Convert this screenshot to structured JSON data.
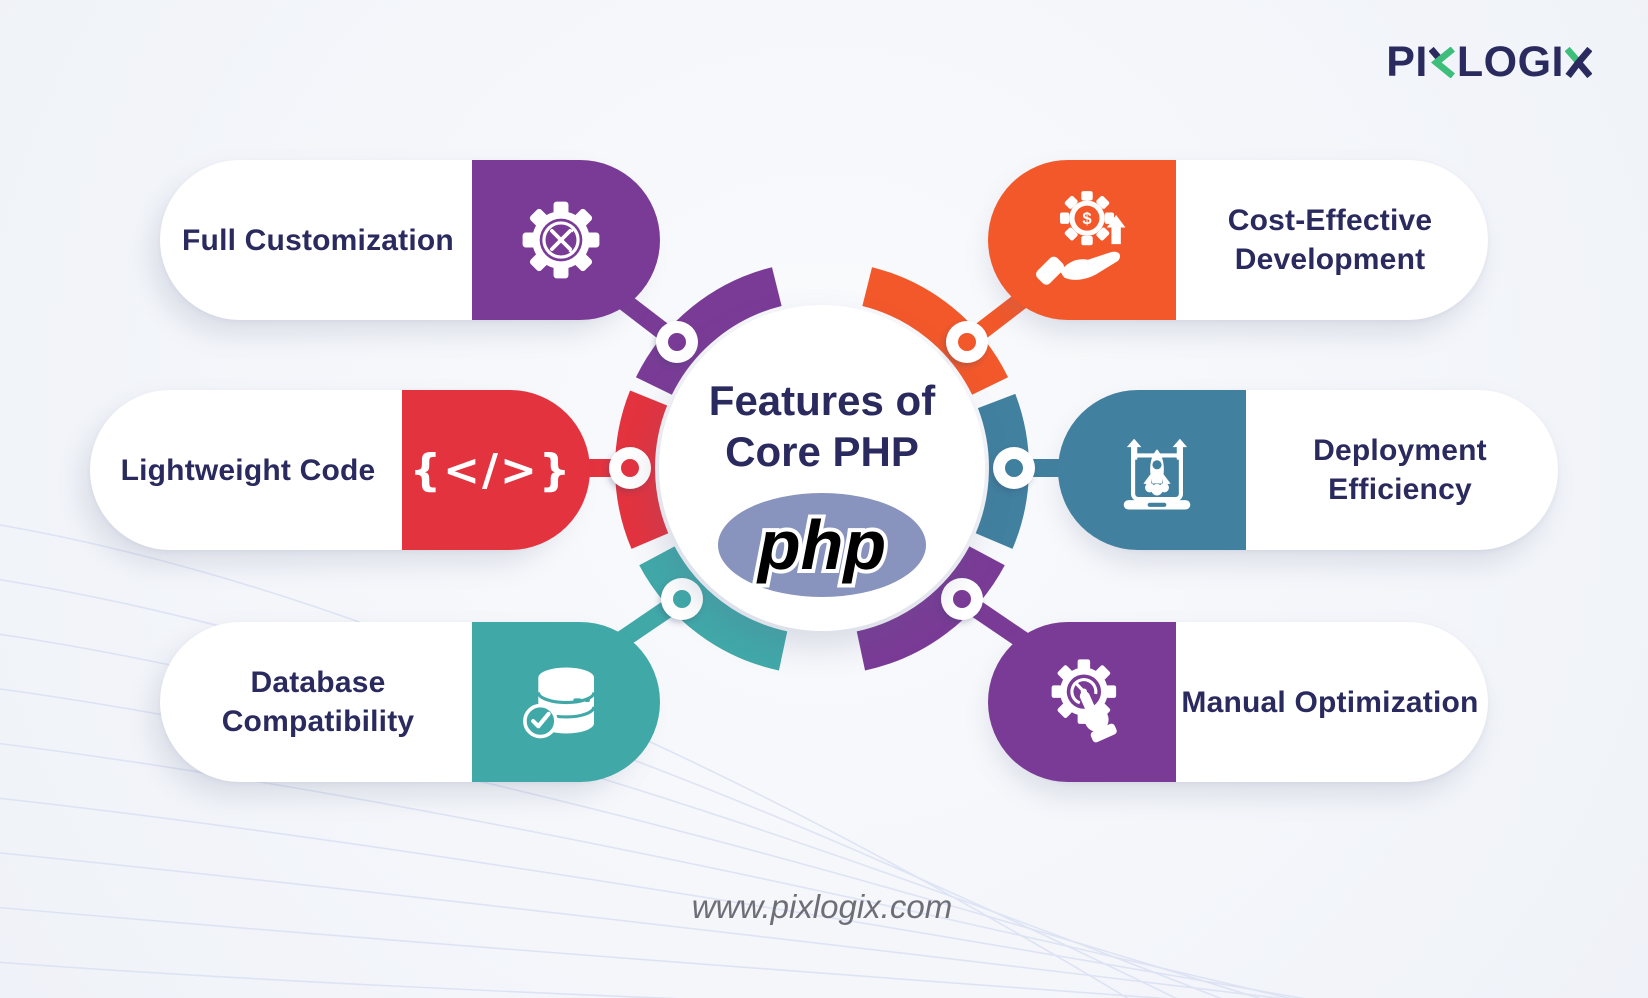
{
  "brand": {
    "name": "PIXLOGIX",
    "part1": "PI",
    "part2": "LOGI",
    "navy": "#2A2A5E",
    "green": "#3DBE7B"
  },
  "center": {
    "title_line1": "Features of",
    "title_line2": "Core PHP",
    "php_label": "php",
    "php_ellipse_color": "#8893BE"
  },
  "features": [
    {
      "id": "full-customization",
      "label": "Full Customization",
      "color": "#7A3B96",
      "icon": "gear-pencils-icon",
      "position": "top-left"
    },
    {
      "id": "lightweight-code",
      "label": "Lightweight Code",
      "color": "#E3333F",
      "icon": "code-braces-icon",
      "icon_text": "{</>}",
      "position": "middle-left"
    },
    {
      "id": "database-compatibility",
      "label": "Database Compatibility",
      "color": "#41A8A8",
      "icon": "database-check-icon",
      "position": "bottom-left"
    },
    {
      "id": "cost-effective-development",
      "label": "Cost-Effective Development",
      "color": "#F2582A",
      "icon": "hand-gear-dollar-icon",
      "position": "top-right"
    },
    {
      "id": "deployment-efficiency",
      "label": "Deployment Efficiency",
      "color": "#41809F",
      "icon": "laptop-rocket-icon",
      "position": "middle-right"
    },
    {
      "id": "manual-optimization",
      "label": "Manual Optimization",
      "color": "#7A3B96",
      "icon": "gear-hand-icon",
      "position": "bottom-right"
    }
  ],
  "footer": {
    "website": "www.pixlogix.com"
  },
  "colors": {
    "background": "#F4F6FA",
    "text_navy": "#2A2A5F",
    "purple": "#7A3B96",
    "red": "#E3333F",
    "teal": "#41A8A8",
    "orange": "#F2582A",
    "blue": "#41809F"
  }
}
